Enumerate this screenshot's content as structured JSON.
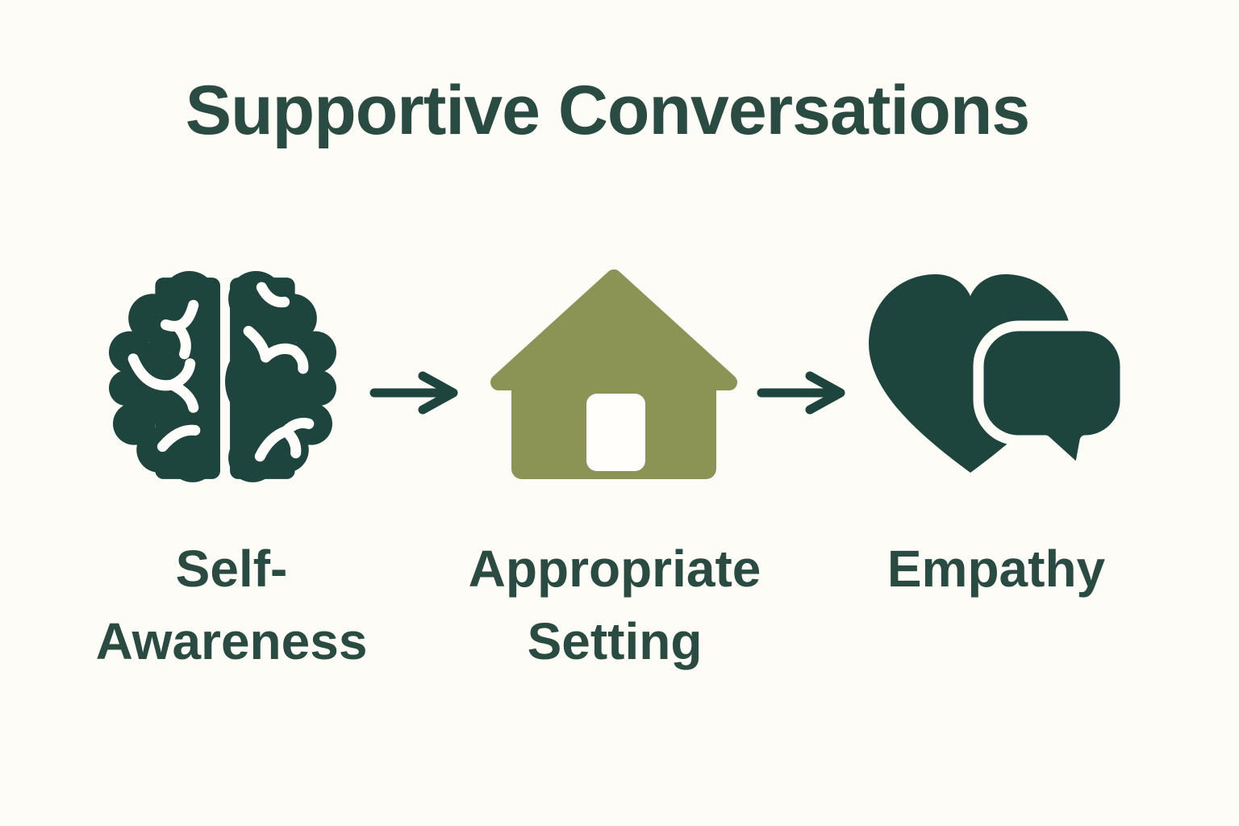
{
  "title": "Supportive Conversations",
  "colors": {
    "background": "#fdfcf7",
    "icon_dark_teal": "#1e443e",
    "text_dark_green": "#2a4b42",
    "house_olive": "#8b9355",
    "door_white": "#fffefb"
  },
  "steps": [
    {
      "icon": "brain-icon",
      "label_lines": [
        "Self-",
        "Awareness"
      ]
    },
    {
      "icon": "house-icon",
      "label_lines": [
        "Appropriate",
        "Setting"
      ]
    },
    {
      "icon": "heart-speech-icon",
      "label_lines": [
        "Empathy",
        ""
      ]
    }
  ],
  "connectors": [
    {
      "icon": "arrow-right-icon"
    },
    {
      "icon": "arrow-right-icon"
    }
  ]
}
